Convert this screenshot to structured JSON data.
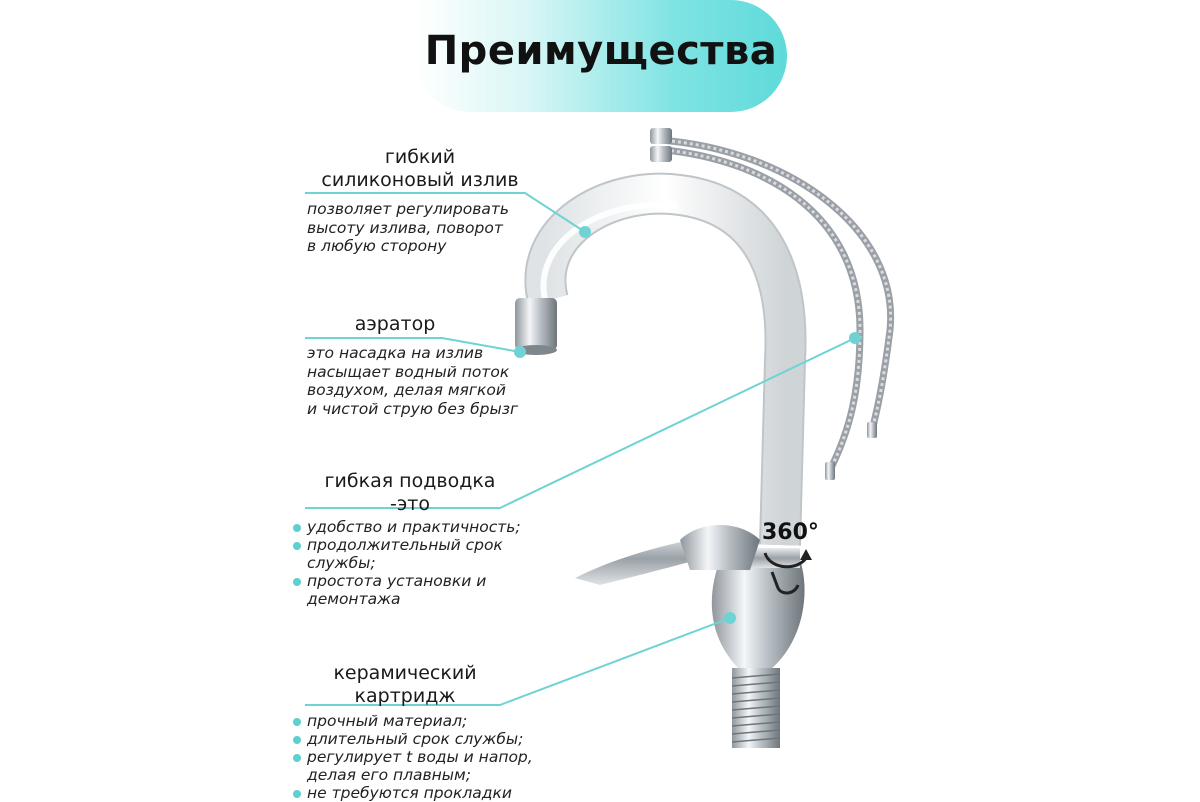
{
  "banner": {
    "title": "Преимущества",
    "accent": "#5fdada"
  },
  "features": [
    {
      "heading": [
        "гибкий",
        "силиконовый излив"
      ],
      "description": [
        "позволяет регулировать",
        "высоту излива, поворот",
        "в любую сторону"
      ]
    },
    {
      "heading": [
        "аэратор"
      ],
      "description": [
        "это насадка на излив",
        "насыщает водный поток",
        "воздухом, делая мягкой",
        "и чистой струю без брызг"
      ]
    },
    {
      "heading": [
        "гибкая подводка",
        "-это"
      ],
      "bullets": [
        [
          "удобство и практичность;"
        ],
        [
          "продолжительный срок",
          "службы;"
        ],
        [
          "простота установки и",
          "демонтажа"
        ]
      ]
    },
    {
      "heading": [
        "керамический",
        "картридж"
      ],
      "bullets": [
        [
          "прочный материал;"
        ],
        [
          "длительный срок службы;"
        ],
        [
          "регулирует t воды и напор,",
          "делая его плавным;"
        ],
        [
          "не требуются прокладки"
        ]
      ]
    }
  ],
  "rotation_label": "360°",
  "colors": {
    "leader_line": "#6fd3d3",
    "bullet": "#5cd0d0",
    "spout": "#f4f6f6",
    "chrome": "#c9ced3"
  }
}
